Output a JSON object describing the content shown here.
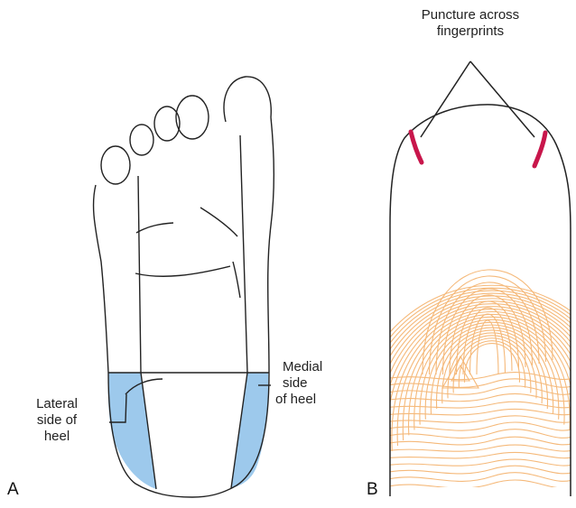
{
  "panel_a": {
    "letter": "A",
    "lateral_label": [
      "Lateral",
      "side of",
      "heel"
    ],
    "medial_label": [
      "Medial",
      "side",
      "of heel"
    ],
    "highlight_color": "#9dc9ec"
  },
  "panel_b": {
    "letter": "B",
    "puncture_label": [
      "Puncture across",
      "fingerprints"
    ],
    "puncture_color": "#c8164b",
    "ridge_color": "#f5b97a"
  }
}
